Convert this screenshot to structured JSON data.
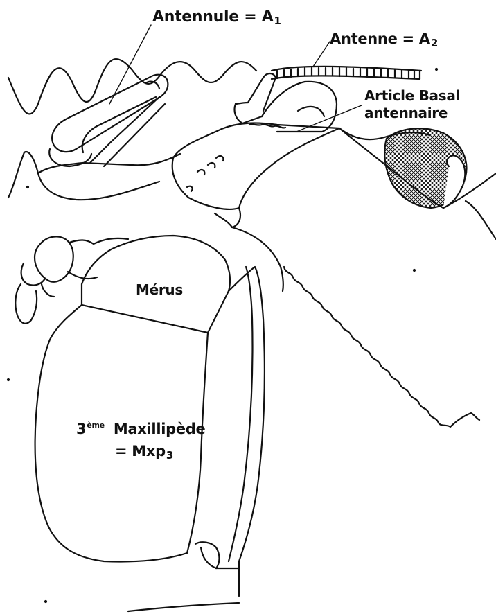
{
  "labels": {
    "antennule": {
      "text": "Antennule = A",
      "sub": "1"
    },
    "antenne": {
      "text": "Antenne = A",
      "sub": "2"
    },
    "article_basal_line1": "Article Basal",
    "article_basal_line2": "antennaire",
    "merus": "Mérus",
    "maxillipede_num": "3",
    "maxillipede_sup": "ème",
    "maxillipede_name": "Maxillipède",
    "maxillipede_eq": "= Mxp",
    "maxillipede_sub": "3"
  },
  "colors": {
    "ink": "#111111",
    "background": "#ffffff"
  }
}
